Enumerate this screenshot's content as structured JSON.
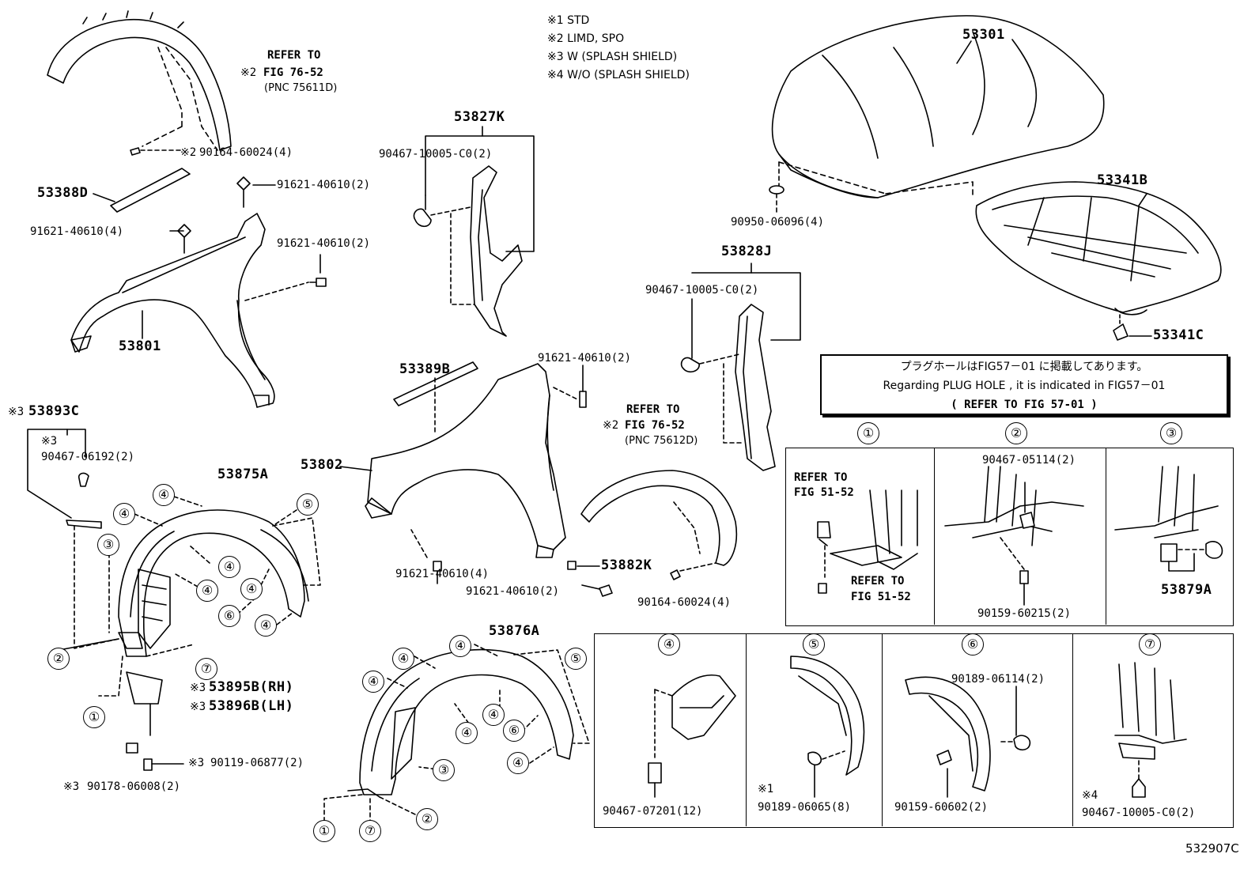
{
  "legend": [
    "※1 STD",
    "※2 LIMD, SPO",
    "※3 W (SPLASH SHIELD)",
    "※4 W/O (SPLASH SHIELD)"
  ],
  "plug_note": {
    "line1": "プラグホールはFIG57－01 に掲載してあります。",
    "line2": "Regarding PLUG HOLE , it is indicated in FIG57－01",
    "line3": "( REFER TO FIG 57-01 )"
  },
  "parts": {
    "p53301": "53301",
    "p53341B": "53341B",
    "p53341C": "53341C",
    "p90950": "90950-06096(4)",
    "p53827K": "53827K",
    "p90467_a": "90467-10005-C0(2)",
    "p53828J": "53828J",
    "p90467_b": "90467-10005-C0(2)",
    "p53388D": "53388D",
    "p91621_top": "91621-40610(2)",
    "p91621_left4": "91621-40610(4)",
    "p91621_right2": "91621-40610(2)",
    "p53801": "53801",
    "p90164_top": "90164-60024(4)",
    "p53389B": "53389B",
    "p91621_mid": "91621-40610(2)",
    "p53802": "53802",
    "p91621_b4": "91621-40610(4)",
    "p53882K": "53882K",
    "p91621_b2": "91621-40610(2)",
    "p90164_mid": "90164-60024(4)",
    "p53893C": "53893C",
    "p90467_06192": "90467-06192(2)",
    "p53875A": "53875A",
    "p53895B": "53895B(RH)",
    "p53896B": "53896B(LH)",
    "p90119": "90119-06877(2)",
    "p90178": "90178-06008(2)",
    "p53876A": "53876A",
    "p90467_05114": "90467-05114(2)",
    "p90159_60215": "90159-60215(2)",
    "p53879A": "53879A",
    "p90467_07201": "90467-07201(12)",
    "p90189_06065": "90189-06065(8)",
    "p90189_06114": "90189-06114(2)",
    "p90159_60602": "90159-60602(2)",
    "p90467_c0_7": "90467-10005-C0(2)"
  },
  "refers": {
    "top_left": [
      "REFER TO",
      "FIG 76-52",
      "(PNC 75611D)"
    ],
    "middle": [
      "REFER TO",
      "FIG 76-52",
      "(PNC 75612D)"
    ],
    "panel1_top": [
      "REFER TO",
      "FIG 51-52"
    ],
    "panel1_bot": [
      "REFER TO",
      "FIG 51-52"
    ]
  },
  "marks": {
    "m1": "※1",
    "m2": "※2",
    "m3": "※3",
    "m4": "※4"
  },
  "circles": {
    "c1": "①",
    "c2": "②",
    "c3": "③",
    "c4": "④",
    "c5": "⑤",
    "c6": "⑥",
    "c7": "⑦"
  },
  "figure_id": "532907C"
}
